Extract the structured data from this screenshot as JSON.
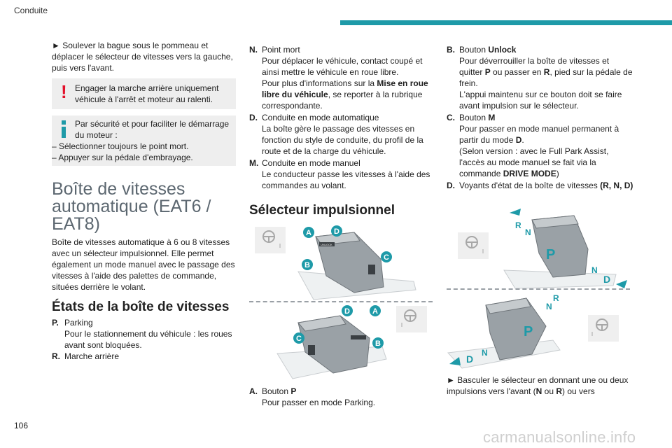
{
  "header": {
    "section": "Conduite"
  },
  "page_number": "106",
  "watermark": "carmanualsonline.info",
  "col1": {
    "intro": "► Soulever la bague sous le pommeau et déplacer le sélecteur de vitesses vers la gauche, puis vers l'avant.",
    "warning": "Engager la marche arrière uniquement véhicule à l'arrêt et moteur au ralenti.",
    "info_line1": "Par sécurité et pour faciliter le démarrage du moteur :",
    "info_bullet1": "–  Sélectionner toujours le point mort.",
    "info_bullet2": "–  Appuyer sur la pédale d'embrayage.",
    "section_title": "Boîte de vitesses automatique (EAT6 / EAT8)",
    "section_para": "Boîte de vitesses automatique à 6 ou 8 vitesses avec un sélecteur impulsionnel. Elle permet également un mode manuel avec le passage des vitesses à l'aide des palettes de commande, situées derrière le volant.",
    "states_title": "États de la boîte de vitesses",
    "P_letter": "P.",
    "P_name": "Parking",
    "P_desc": "Pour le stationnement du véhicule : les roues avant sont bloquées.",
    "R_letter": "R.",
    "R_name": "Marche arrière"
  },
  "col2": {
    "N_letter": "N.",
    "N_name": "Point mort",
    "N_desc1": "Pour déplacer le véhicule, contact coupé et ainsi mettre le véhicule en roue libre.",
    "N_desc2_pre": "Pour plus d'informations sur la ",
    "N_desc2_bold": "Mise en roue libre du véhicule",
    "N_desc2_post": ", se reporter à la rubrique correspondante.",
    "D_letter": "D.",
    "D_name": "Conduite en mode automatique",
    "D_desc": "La boîte gère le passage des vitesses en fonction du style de conduite, du profil de la route et de la charge du véhicule.",
    "M_letter": "M.",
    "M_name": "Conduite en mode manuel",
    "M_desc": "Le conducteur passe les vitesses à l'aide des commandes au volant.",
    "selector_title": "Sélecteur impulsionnel",
    "A_letter": "A.",
    "A_name_pre": "Bouton ",
    "A_name_bold": "P",
    "A_desc": "Pour passer en mode Parking."
  },
  "col3": {
    "B_letter": "B.",
    "B_name_pre": "Bouton ",
    "B_name_bold": "Unlock",
    "B_desc1_pre": "Pour déverrouiller la boîte de vitesses et quitter ",
    "B_desc1_b1": "P",
    "B_desc1_mid": " ou passer en ",
    "B_desc1_b2": "R",
    "B_desc1_post": ", pied sur la pédale de frein.",
    "B_desc2": "L'appui maintenu sur ce bouton doit se faire avant impulsion sur le sélecteur.",
    "C_letter": "C.",
    "C_name_pre": "Bouton ",
    "C_name_bold": "M",
    "C_desc1_pre": "Pour passer en mode manuel permanent à partir du mode ",
    "C_desc1_bold": "D",
    "C_desc1_post": ".",
    "C_desc2_pre": "(Selon version : avec le Full Park Assist, l'accès au mode manuel se fait via la commande ",
    "C_desc2_bold": "DRIVE MODE",
    "C_desc2_post": ")",
    "D_letter": "D.",
    "D_name_pre": "Voyants d'état de la boîte de vitesses ",
    "D_name_bold": "(R, N, D)",
    "bottom_pre": "► Basculer le sélecteur en donnant une ou deux impulsions vers l'avant (",
    "bottom_b1": "N",
    "bottom_mid": " ou ",
    "bottom_b2": "R",
    "bottom_post": ") ou vers"
  },
  "figure_labels": {
    "A": "A",
    "B": "B",
    "C": "C",
    "D": "D",
    "P": "P",
    "R": "R",
    "N": "N",
    "D_arrow": "D",
    "unlock": "UNLOCK"
  },
  "colors": {
    "accent": "#1e9aa8",
    "warning": "#e3102a",
    "callout_bg": "#eeeeee"
  }
}
